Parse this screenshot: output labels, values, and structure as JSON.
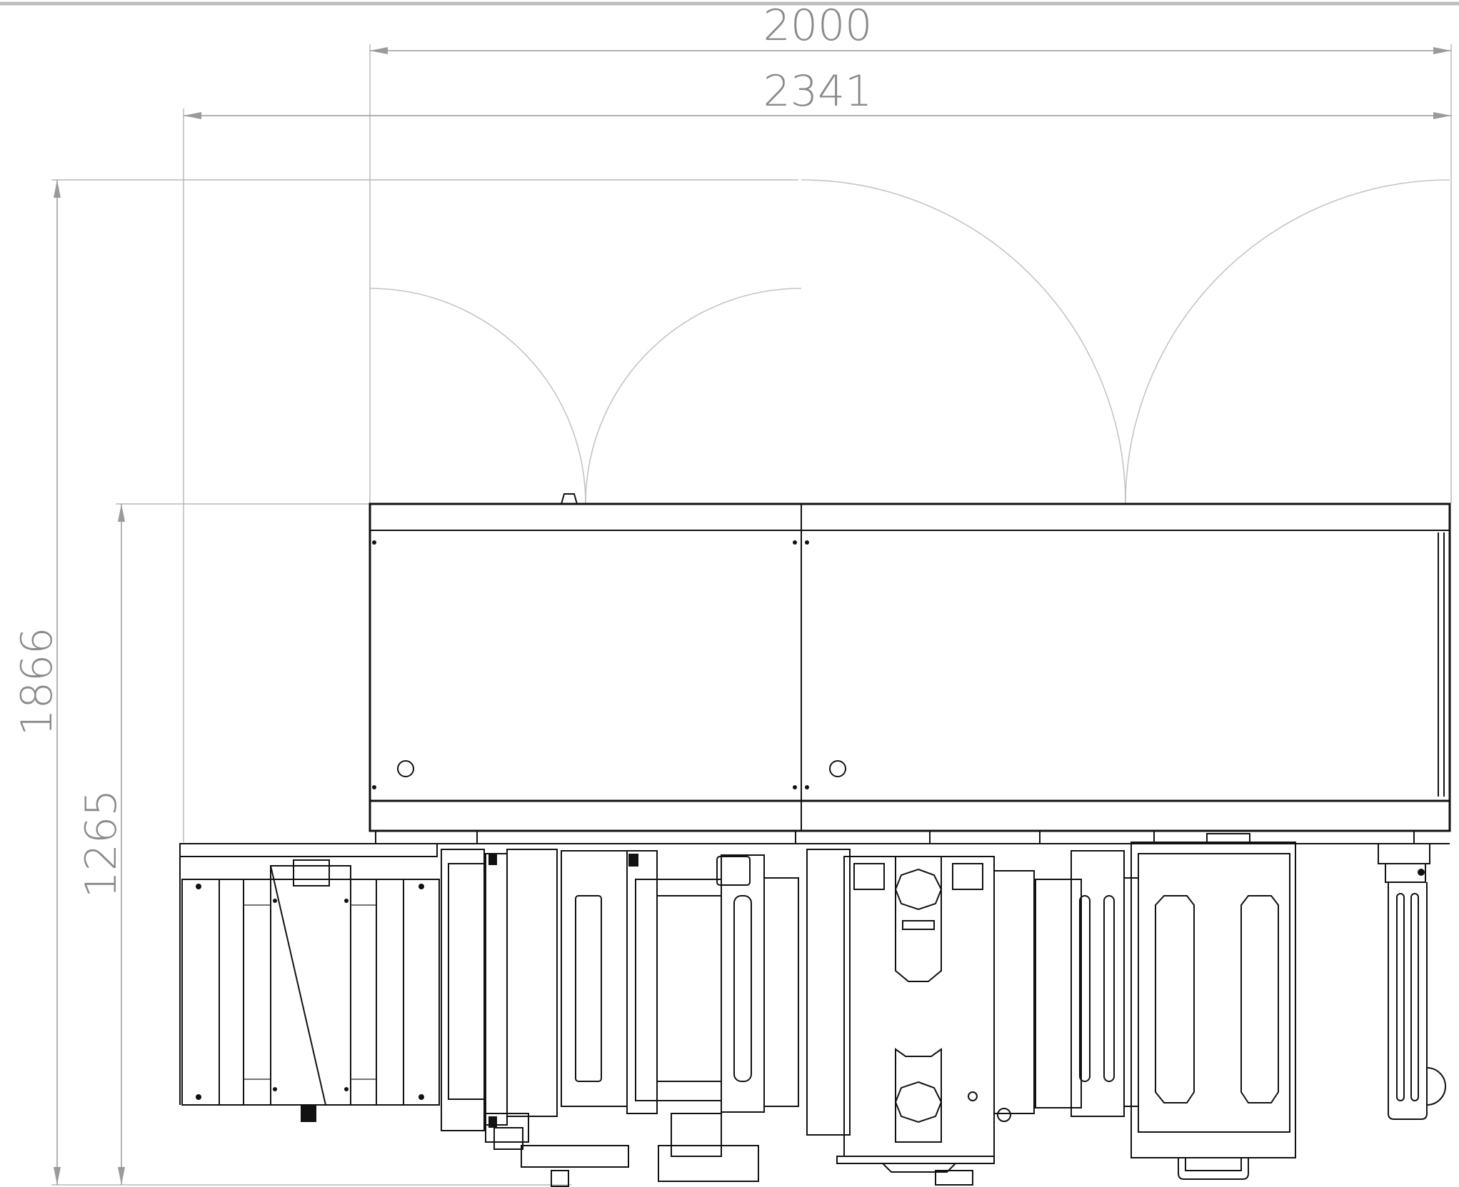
{
  "drawing": {
    "type": "technical-drawing",
    "view": "top view, dimensioned",
    "units": "mm"
  },
  "dimensions": {
    "overall_width_top": "2000",
    "overall_width_total": "2341",
    "overall_depth_total": "1866",
    "depth_machine": "1265"
  },
  "colors": {
    "dimension": "#8a8a8a",
    "arcs": "#c4c4c4",
    "machine": "#111111",
    "background": "#ffffff"
  }
}
